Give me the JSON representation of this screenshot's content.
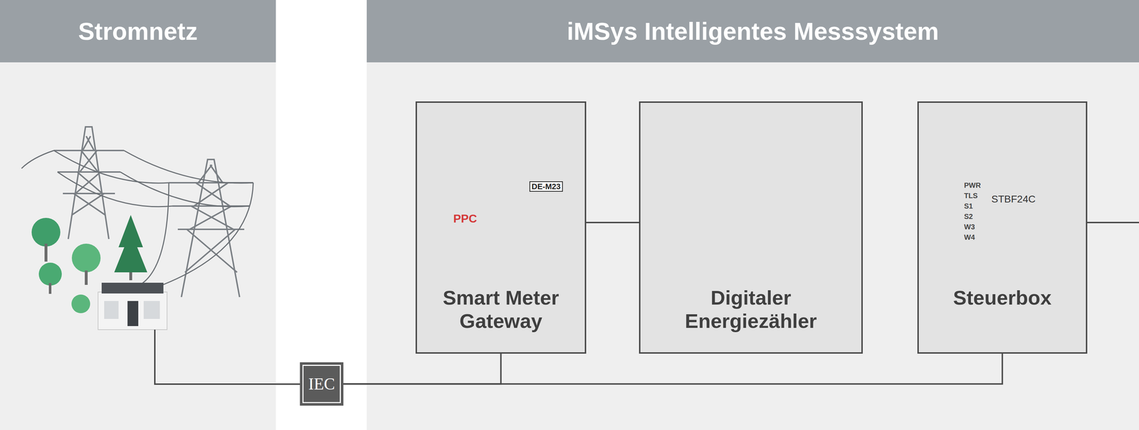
{
  "diagram": {
    "nodes": [
      {
        "text": [
          "Stromnetz"
        ]
      },
      {
        "text": [
          "iMSys Intelligentes Messsystem"
        ]
      },
      {
        "text": [
          "Smart Meter Gateway"
        ]
      },
      {
        "text": [
          "Digitaler Energiezähler"
        ]
      },
      {
        "text": [
          "Steuerbox"
        ]
      },
      {
        "text": [
          "IEC"
        ]
      }
    ],
    "edges": [
      {
        "from": 2,
        "to": 3,
        "arrow": "none"
      },
      {
        "from": 5,
        "to": 2,
        "arrow": "none"
      },
      {
        "from": 5,
        "to": 4,
        "arrow": "none"
      }
    ],
    "labels": [
      "PPC",
      "DE-M23",
      "STBF24C",
      "PWR",
      "TLS",
      "S1",
      "S2",
      "W3",
      "W4"
    ]
  }
}
